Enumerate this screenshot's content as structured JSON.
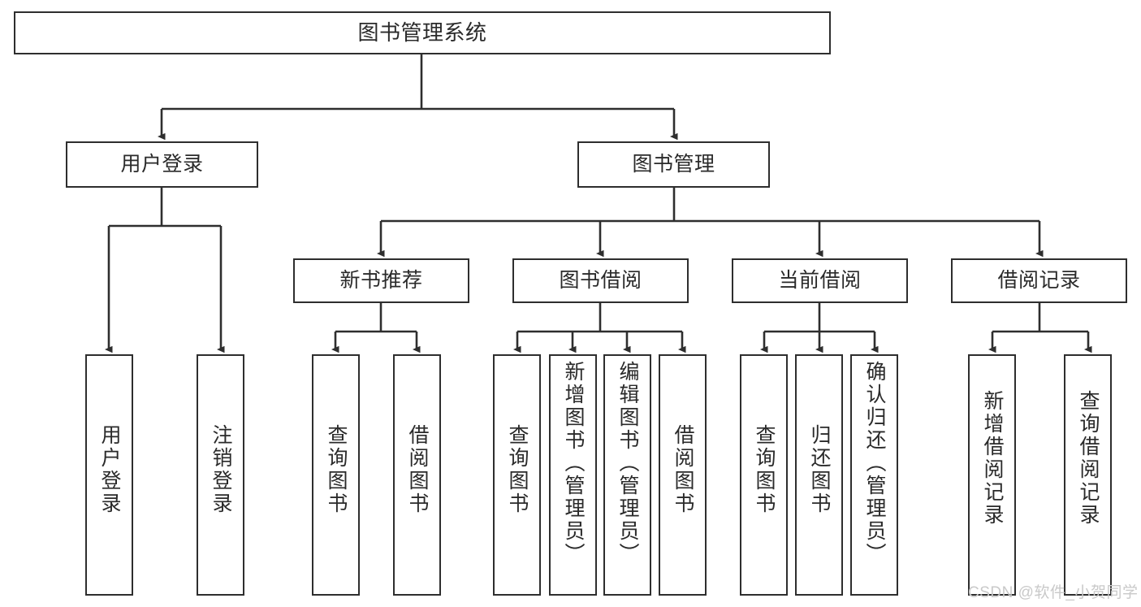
{
  "diagram": {
    "type": "tree-hierarchy-chart",
    "title": "图书管理系统",
    "background_color": "#ffffff",
    "line_color": "#2e2e2e",
    "text_color": "#2a2a2a"
  },
  "nodes": {
    "root": {
      "label": "图书管理系统"
    },
    "level2": [
      {
        "id": "user-login",
        "label": "用户登录"
      },
      {
        "id": "book-management",
        "label": "图书管理"
      }
    ],
    "level3": [
      {
        "id": "new-book-recommend",
        "label": "新书推荐"
      },
      {
        "id": "book-borrow",
        "label": "图书借阅"
      },
      {
        "id": "current-borrow",
        "label": "当前借阅"
      },
      {
        "id": "borrow-record",
        "label": "借阅记录"
      }
    ],
    "leaves": {
      "user-login": [
        {
          "id": "leaf-user-login",
          "label": "用户登录"
        },
        {
          "id": "leaf-logout",
          "label": "注销登录"
        }
      ],
      "new-book-recommend": [
        {
          "id": "leaf-query-book-1",
          "label": "查询图书"
        },
        {
          "id": "leaf-borrow-book-1",
          "label": "借阅图书"
        }
      ],
      "book-borrow": [
        {
          "id": "leaf-query-book-2",
          "label": "查询图书"
        },
        {
          "id": "leaf-add-book",
          "label": "新增图书（管理员）"
        },
        {
          "id": "leaf-edit-book",
          "label": "编辑图书（管理员）"
        },
        {
          "id": "leaf-borrow-book-2",
          "label": "借阅图书"
        }
      ],
      "current-borrow": [
        {
          "id": "leaf-query-book-3",
          "label": "查询图书"
        },
        {
          "id": "leaf-return-book",
          "label": "归还图书"
        },
        {
          "id": "leaf-confirm-return",
          "label": "确认归还（管理员）"
        }
      ],
      "borrow-record": [
        {
          "id": "leaf-add-record",
          "label": "新增借阅记录"
        },
        {
          "id": "leaf-query-record",
          "label": "查询借阅记录"
        }
      ]
    }
  },
  "watermark": {
    "text": "CSDN @软件_小贺同学"
  }
}
